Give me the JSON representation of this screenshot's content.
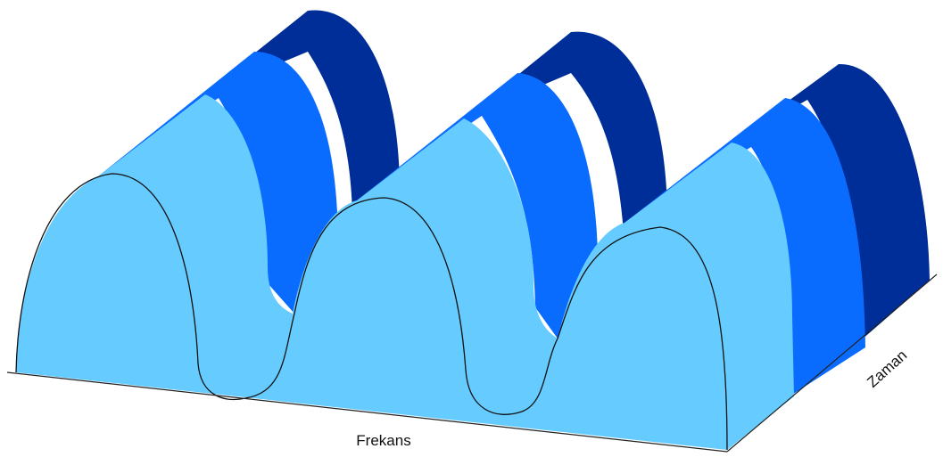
{
  "figure": {
    "x_axis_label": "Frekans",
    "y_axis_label": "Zaman"
  },
  "colors": {
    "front_layer": "#66CCFF",
    "middle_layer": "#0A6CFF",
    "back_layer": "#002E99",
    "outline": "#111111",
    "axis": "#222222"
  },
  "diagram": {
    "peaks": [
      "peak-1",
      "peak-2",
      "peak-3"
    ],
    "layers": [
      "front",
      "middle",
      "back"
    ]
  }
}
